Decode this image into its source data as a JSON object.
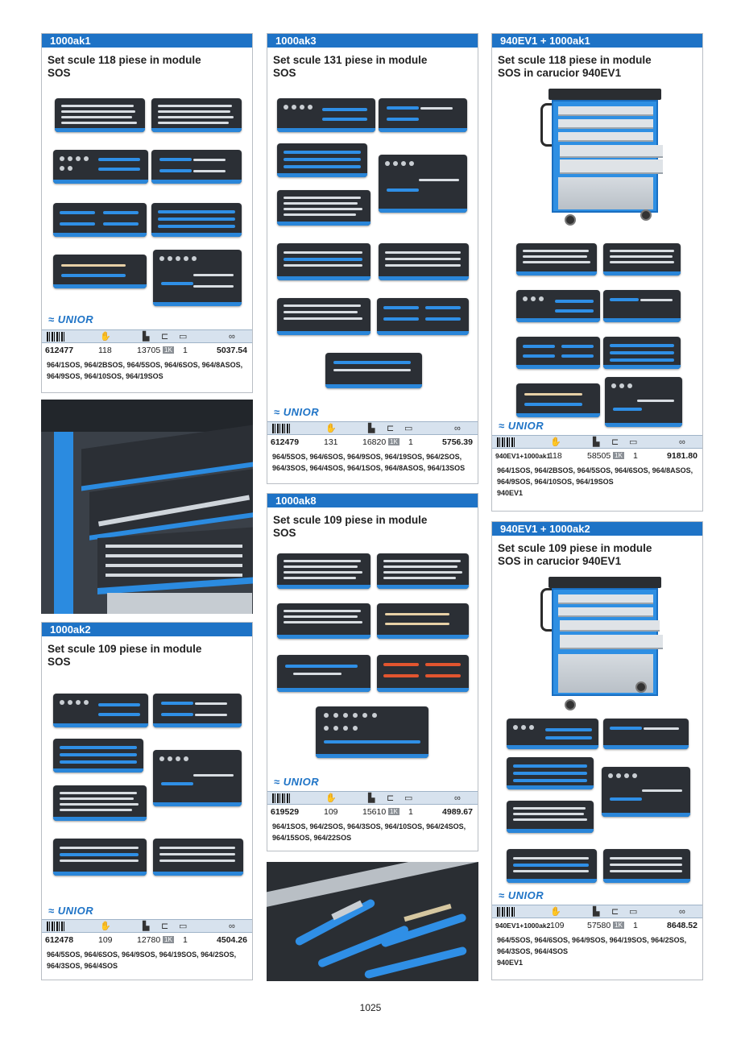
{
  "labels": {
    "logo": "UNIOR"
  },
  "cards": [
    {
      "id": "1000ak1",
      "header": "1000ak1",
      "title": [
        "Set scule 118 piese in module",
        "SOS"
      ],
      "code": "612477",
      "pieces": "118",
      "weight": "13705",
      "pack": "1K",
      "qty": "1",
      "price": "5037.54",
      "codes": [
        "964/1SOS, 964/2BSOS, 964/5SOS, 964/6SOS, 964/8ASOS,",
        "964/9SOS, 964/10SOS, 964/19SOS"
      ]
    },
    {
      "id": "1000ak2",
      "header": "1000ak2",
      "title": [
        "Set scule 109 piese in module",
        "SOS"
      ],
      "code": "612478",
      "pieces": "109",
      "weight": "12780",
      "pack": "1K",
      "qty": "1",
      "price": "4504.26",
      "codes": [
        "964/5SOS, 964/6SOS, 964/9SOS, 964/19SOS, 964/2SOS,",
        "964/3SOS, 964/4SOS"
      ]
    },
    {
      "id": "1000ak3",
      "header": "1000ak3",
      "title": [
        "Set scule 131 piese in module",
        "SOS"
      ],
      "code": "612479",
      "pieces": "131",
      "weight": "16820",
      "pack": "1K",
      "qty": "1",
      "price": "5756.39",
      "codes": [
        "964/5SOS, 964/6SOS, 964/9SOS, 964/19SOS, 964/2SOS,",
        "964/3SOS, 964/4SOS, 964/1SOS, 964/8ASOS, 964/13SOS"
      ]
    },
    {
      "id": "1000ak8",
      "header": "1000ak8",
      "title": [
        "Set scule 109 piese in module",
        "SOS"
      ],
      "code": "619529",
      "pieces": "109",
      "weight": "15610",
      "pack": "1K",
      "qty": "1",
      "price": "4989.67",
      "codes": [
        "964/1SOS, 964/2SOS, 964/3SOS, 964/10SOS, 964/24SOS,",
        "964/15SOS, 964/22SOS"
      ]
    },
    {
      "id": "940ev1-ak1",
      "header": "940EV1 + 1000ak1",
      "title": [
        "Set scule 118 piese in module",
        "SOS in carucior 940EV1"
      ],
      "code": "940EV1+1000ak1",
      "pieces": "118",
      "weight": "58505",
      "pack": "1K",
      "qty": "1",
      "price": "9181.80",
      "codes": [
        "964/1SOS, 964/2BSOS, 964/5SOS, 964/6SOS, 964/8ASOS,",
        "964/9SOS, 964/10SOS, 964/19SOS",
        "940EV1"
      ]
    },
    {
      "id": "940ev1-ak2",
      "header": "940EV1 + 1000ak2",
      "title": [
        "Set scule 109 piese in module",
        "SOS in carucior 940EV1"
      ],
      "code": "940EV1+1000ak2",
      "pieces": "109",
      "weight": "57580",
      "pack": "1K",
      "qty": "1",
      "price": "8648.52",
      "codes": [
        "964/5SOS, 964/6SOS, 964/9SOS, 964/19SOS, 964/2SOS,",
        "964/3SOS, 964/4SOS",
        "940EV1"
      ]
    }
  ],
  "page_number": "1025"
}
